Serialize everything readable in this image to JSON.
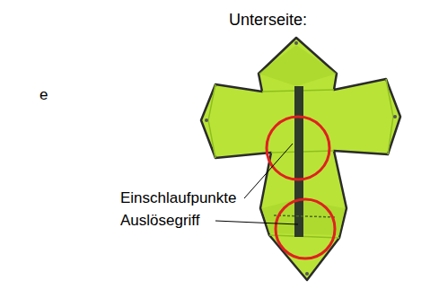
{
  "diagram": {
    "title": "Unterseite:",
    "labels": [
      "e",
      "Einschlaufpunkte",
      "Auslösegriff"
    ]
  }
}
